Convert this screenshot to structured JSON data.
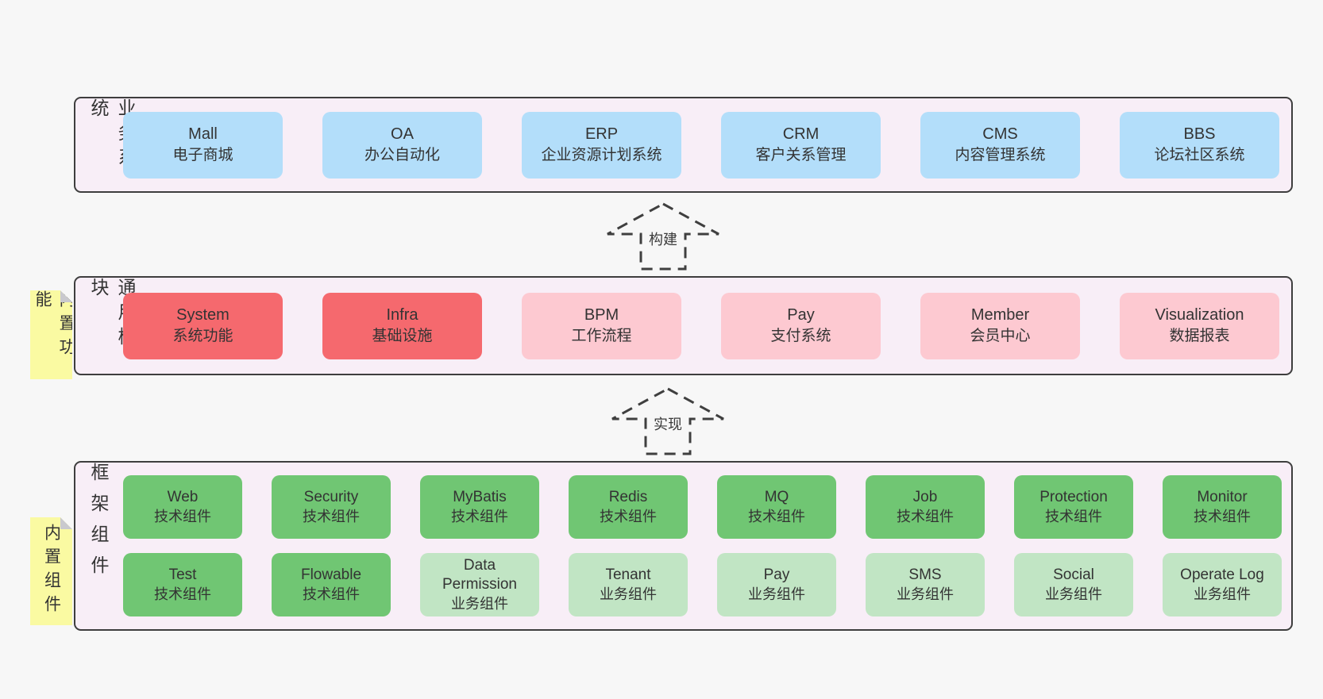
{
  "colors": {
    "page-bg": "#f7f7f7",
    "band-bg": "#f8eef7",
    "band-border": "#3e3e3e",
    "blue": "#b3defa",
    "red": "#f5696e",
    "pink": "#fdc9d1",
    "green": "#70c673",
    "lightgreen": "#c1e5c4",
    "sticky": "#fafaa2",
    "sticky-fold": "#c9c9ce",
    "text": "#333333"
  },
  "arrows": [
    {
      "label": "构建"
    },
    {
      "label": "实现"
    }
  ],
  "bands": [
    {
      "label": "业务系统",
      "boxes": [
        {
          "name": "Mall",
          "desc": "电子商城",
          "variant": "blue"
        },
        {
          "name": "OA",
          "desc": "办公自动化",
          "variant": "blue"
        },
        {
          "name": "ERP",
          "desc": "企业资源计划系统",
          "variant": "blue"
        },
        {
          "name": "CRM",
          "desc": "客户关系管理",
          "variant": "blue"
        },
        {
          "name": "CMS",
          "desc": "内容管理系统",
          "variant": "blue"
        },
        {
          "name": "BBS",
          "desc": "论坛社区系统",
          "variant": "blue"
        }
      ]
    },
    {
      "label": "通用模块",
      "sticky": "内置功能",
      "boxes": [
        {
          "name": "System",
          "desc": "系统功能",
          "variant": "red"
        },
        {
          "name": "Infra",
          "desc": "基础设施",
          "variant": "red"
        },
        {
          "name": "BPM",
          "desc": "工作流程",
          "variant": "pink"
        },
        {
          "name": "Pay",
          "desc": "支付系统",
          "variant": "pink"
        },
        {
          "name": "Member",
          "desc": "会员中心",
          "variant": "pink"
        },
        {
          "name": "Visualization",
          "desc": "数据报表",
          "variant": "pink"
        }
      ]
    },
    {
      "label": "框架组件",
      "sticky": "内置组件",
      "rows": [
        [
          {
            "name": "Web",
            "desc": "技术组件",
            "variant": "green"
          },
          {
            "name": "Security",
            "desc": "技术组件",
            "variant": "green"
          },
          {
            "name": "MyBatis",
            "desc": "技术组件",
            "variant": "green"
          },
          {
            "name": "Redis",
            "desc": "技术组件",
            "variant": "green"
          },
          {
            "name": "MQ",
            "desc": "技术组件",
            "variant": "green"
          },
          {
            "name": "Job",
            "desc": "技术组件",
            "variant": "green"
          },
          {
            "name": "Protection",
            "desc": "技术组件",
            "variant": "green"
          },
          {
            "name": "Monitor",
            "desc": "技术组件",
            "variant": "green"
          }
        ],
        [
          {
            "name": "Test",
            "desc": "技术组件",
            "variant": "green"
          },
          {
            "name": "Flowable",
            "desc": "技术组件",
            "variant": "green"
          },
          {
            "name": "Data Permission",
            "desc": "业务组件",
            "variant": "lightgreen"
          },
          {
            "name": "Tenant",
            "desc": "业务组件",
            "variant": "lightgreen"
          },
          {
            "name": "Pay",
            "desc": "业务组件",
            "variant": "lightgreen"
          },
          {
            "name": "SMS",
            "desc": "业务组件",
            "variant": "lightgreen"
          },
          {
            "name": "Social",
            "desc": "业务组件",
            "variant": "lightgreen"
          },
          {
            "name": "Operate Log",
            "desc": "业务组件",
            "variant": "lightgreen"
          }
        ]
      ]
    }
  ]
}
